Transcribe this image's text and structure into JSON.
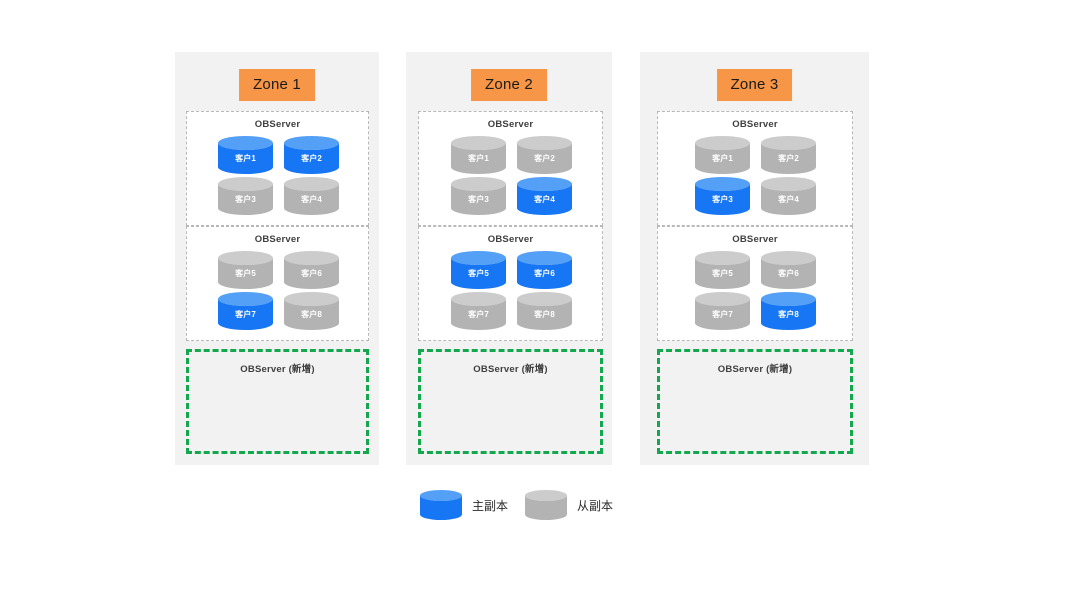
{
  "diagram": {
    "title_text": "",
    "colors": {
      "zone_panel_bg": "#f2f2f2",
      "zone_badge_bg": "#f79646",
      "primary_replica": "#1676f3",
      "primary_replica_top": "#54a0f7",
      "follower_replica": "#b3b3b3",
      "follower_replica_top": "#cccccc",
      "new_server_border": "#14a84e",
      "observer_border": "#b8b8b8"
    }
  },
  "zones": [
    {
      "badge": "Zone 1",
      "servers": [
        {
          "title": "OBServer",
          "replicas": [
            {
              "label": "客户1",
              "role": "primary"
            },
            {
              "label": "客户2",
              "role": "primary"
            },
            {
              "label": "客户3",
              "role": "follower"
            },
            {
              "label": "客户4",
              "role": "follower"
            }
          ]
        },
        {
          "title": "OBServer",
          "replicas": [
            {
              "label": "客户5",
              "role": "follower"
            },
            {
              "label": "客户6",
              "role": "follower"
            },
            {
              "label": "客户7",
              "role": "primary"
            },
            {
              "label": "客户8",
              "role": "follower"
            }
          ]
        }
      ],
      "new_server": {
        "title": "OBServer (新增)"
      }
    },
    {
      "badge": "Zone 2",
      "servers": [
        {
          "title": "OBServer",
          "replicas": [
            {
              "label": "客户1",
              "role": "follower"
            },
            {
              "label": "客户2",
              "role": "follower"
            },
            {
              "label": "客户3",
              "role": "follower"
            },
            {
              "label": "客户4",
              "role": "primary"
            }
          ]
        },
        {
          "title": "OBServer",
          "replicas": [
            {
              "label": "客户5",
              "role": "primary"
            },
            {
              "label": "客户6",
              "role": "primary"
            },
            {
              "label": "客户7",
              "role": "follower"
            },
            {
              "label": "客户8",
              "role": "follower"
            }
          ]
        }
      ],
      "new_server": {
        "title": "OBServer (新增)"
      }
    },
    {
      "badge": "Zone 3",
      "servers": [
        {
          "title": "OBServer",
          "replicas": [
            {
              "label": "客户1",
              "role": "follower"
            },
            {
              "label": "客户2",
              "role": "follower"
            },
            {
              "label": "客户3",
              "role": "primary"
            },
            {
              "label": "客户4",
              "role": "follower"
            }
          ]
        },
        {
          "title": "OBServer",
          "replicas": [
            {
              "label": "客户5",
              "role": "follower"
            },
            {
              "label": "客户6",
              "role": "follower"
            },
            {
              "label": "客户7",
              "role": "follower"
            },
            {
              "label": "客户8",
              "role": "primary"
            }
          ]
        }
      ],
      "new_server": {
        "title": "OBServer (新增)"
      }
    }
  ],
  "legend": {
    "items": [
      {
        "label": "主副本",
        "role": "primary"
      },
      {
        "label": "从副本",
        "role": "follower"
      }
    ]
  }
}
